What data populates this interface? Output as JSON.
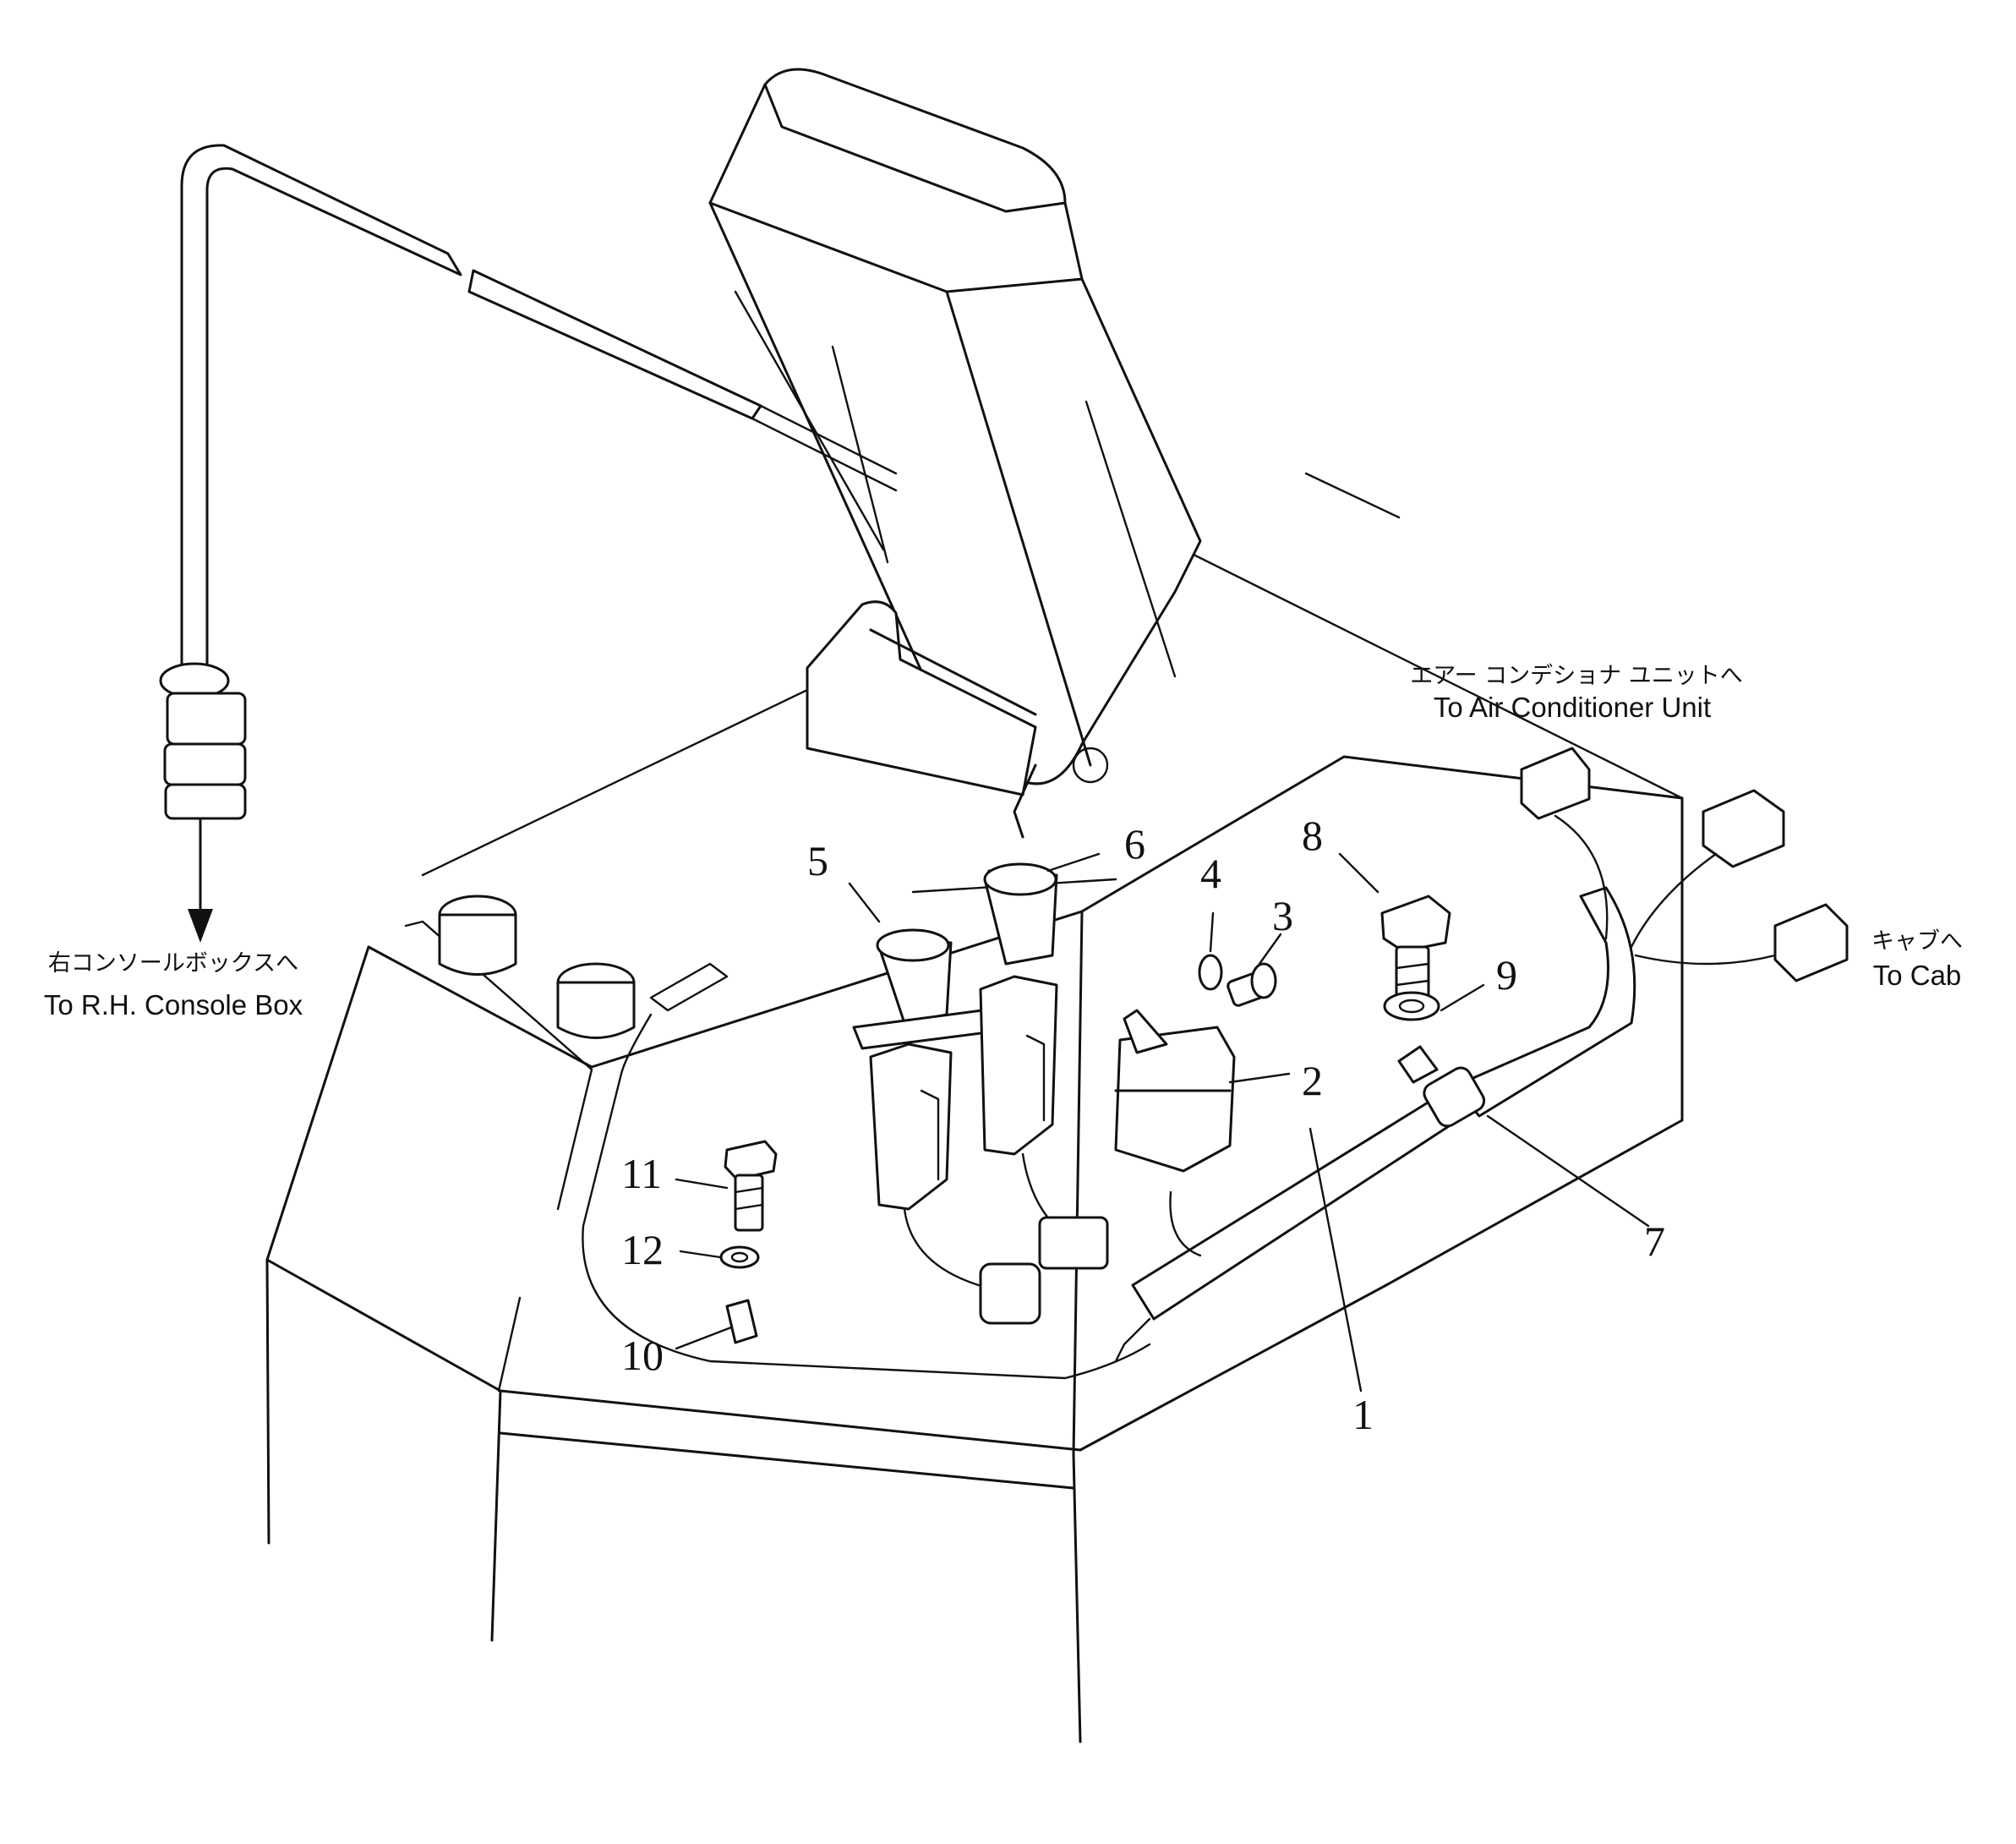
{
  "diagram": {
    "callouts": [
      {
        "id": "c1",
        "text": "1"
      },
      {
        "id": "c2",
        "text": "2"
      },
      {
        "id": "c3",
        "text": "3"
      },
      {
        "id": "c4",
        "text": "4"
      },
      {
        "id": "c5",
        "text": "5"
      },
      {
        "id": "c6",
        "text": "6"
      },
      {
        "id": "c7",
        "text": "7"
      },
      {
        "id": "c8",
        "text": "8"
      },
      {
        "id": "c9",
        "text": "9"
      },
      {
        "id": "c10",
        "text": "10"
      },
      {
        "id": "c11",
        "text": "11"
      },
      {
        "id": "c12",
        "text": "12"
      }
    ],
    "labels": {
      "air_conditioner_jp": "エアー コンデショナ ユニットへ",
      "air_conditioner_en": "To Air Conditioner Unit",
      "console_box_jp": "右コンソールボックスへ",
      "console_box_en": "To R.H. Console Box",
      "cab_jp": "キャブへ",
      "cab_en": "To Cab"
    }
  }
}
